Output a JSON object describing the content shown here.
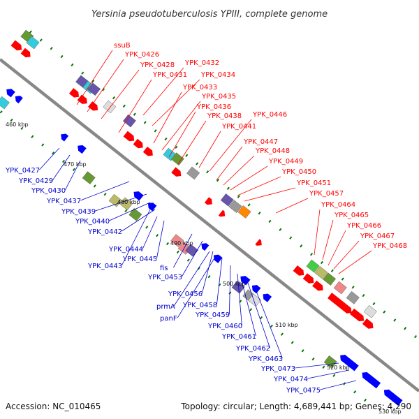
{
  "title": "Yersinia pseudotuberculosis YPIII, complete genome",
  "footer": {
    "accession": "Accession: NC_010465",
    "summary": "Topology: circular; Length: 4,689,441 bp; Genes: 4,290"
  },
  "colors": {
    "backbone": "#888888",
    "plus_label": "#ff0000",
    "minus_label": "#0000cc",
    "tick": "#007700",
    "cds_red": "#ff0000",
    "cds_blue": "#0000ff",
    "cog_green": "#669933",
    "cog_cyan": "#33ccdd",
    "cog_purple": "#6655aa",
    "cog_grey": "#999999",
    "cog_light": "#dddddd",
    "cog_pink": "#ee8888",
    "cog_orange": "#ff8800",
    "cog_olive": "#bbbb66",
    "cog_lightgreen": "#44cc44"
  },
  "kbp_markers": [
    "460 kbp",
    "470 kbp",
    "480 kbp",
    "490 kbp",
    "500 kbp",
    "510 kbp",
    "520 kbp",
    "530 kbp"
  ],
  "plus_strand_labels": [
    "ssuB",
    "YPK_0426",
    "YPK_0428",
    "YPK_0431",
    "YPK_0432",
    "YPK_0434",
    "YPK_0433",
    "YPK_0435",
    "YPK_0436",
    "YPK_0438",
    "YPK_0446",
    "YPK_0441",
    "YPK_0447",
    "YPK_0448",
    "YPK_0449",
    "YPK_0450",
    "YPK_0451",
    "YPK_0457",
    "YPK_0464",
    "YPK_0465",
    "YPK_0466",
    "YPK_0467",
    "YPK_0468"
  ],
  "minus_strand_labels": [
    "YPK_0427",
    "YPK_0429",
    "YPK_0430",
    "YPK_0437",
    "YPK_0439",
    "YPK_0440",
    "YPK_0442",
    "YPK_0444",
    "YPK_0445",
    "YPK_0443",
    "fis",
    "YPK_0453",
    "YPK_0456",
    "prmA",
    "YPK_0458",
    "panF",
    "YPK_0459",
    "YPK_0460",
    "YPK_0461",
    "YPK_0462",
    "YPK_0463",
    "YPK_0473",
    "YPK_0474",
    "YPK_0475"
  ]
}
